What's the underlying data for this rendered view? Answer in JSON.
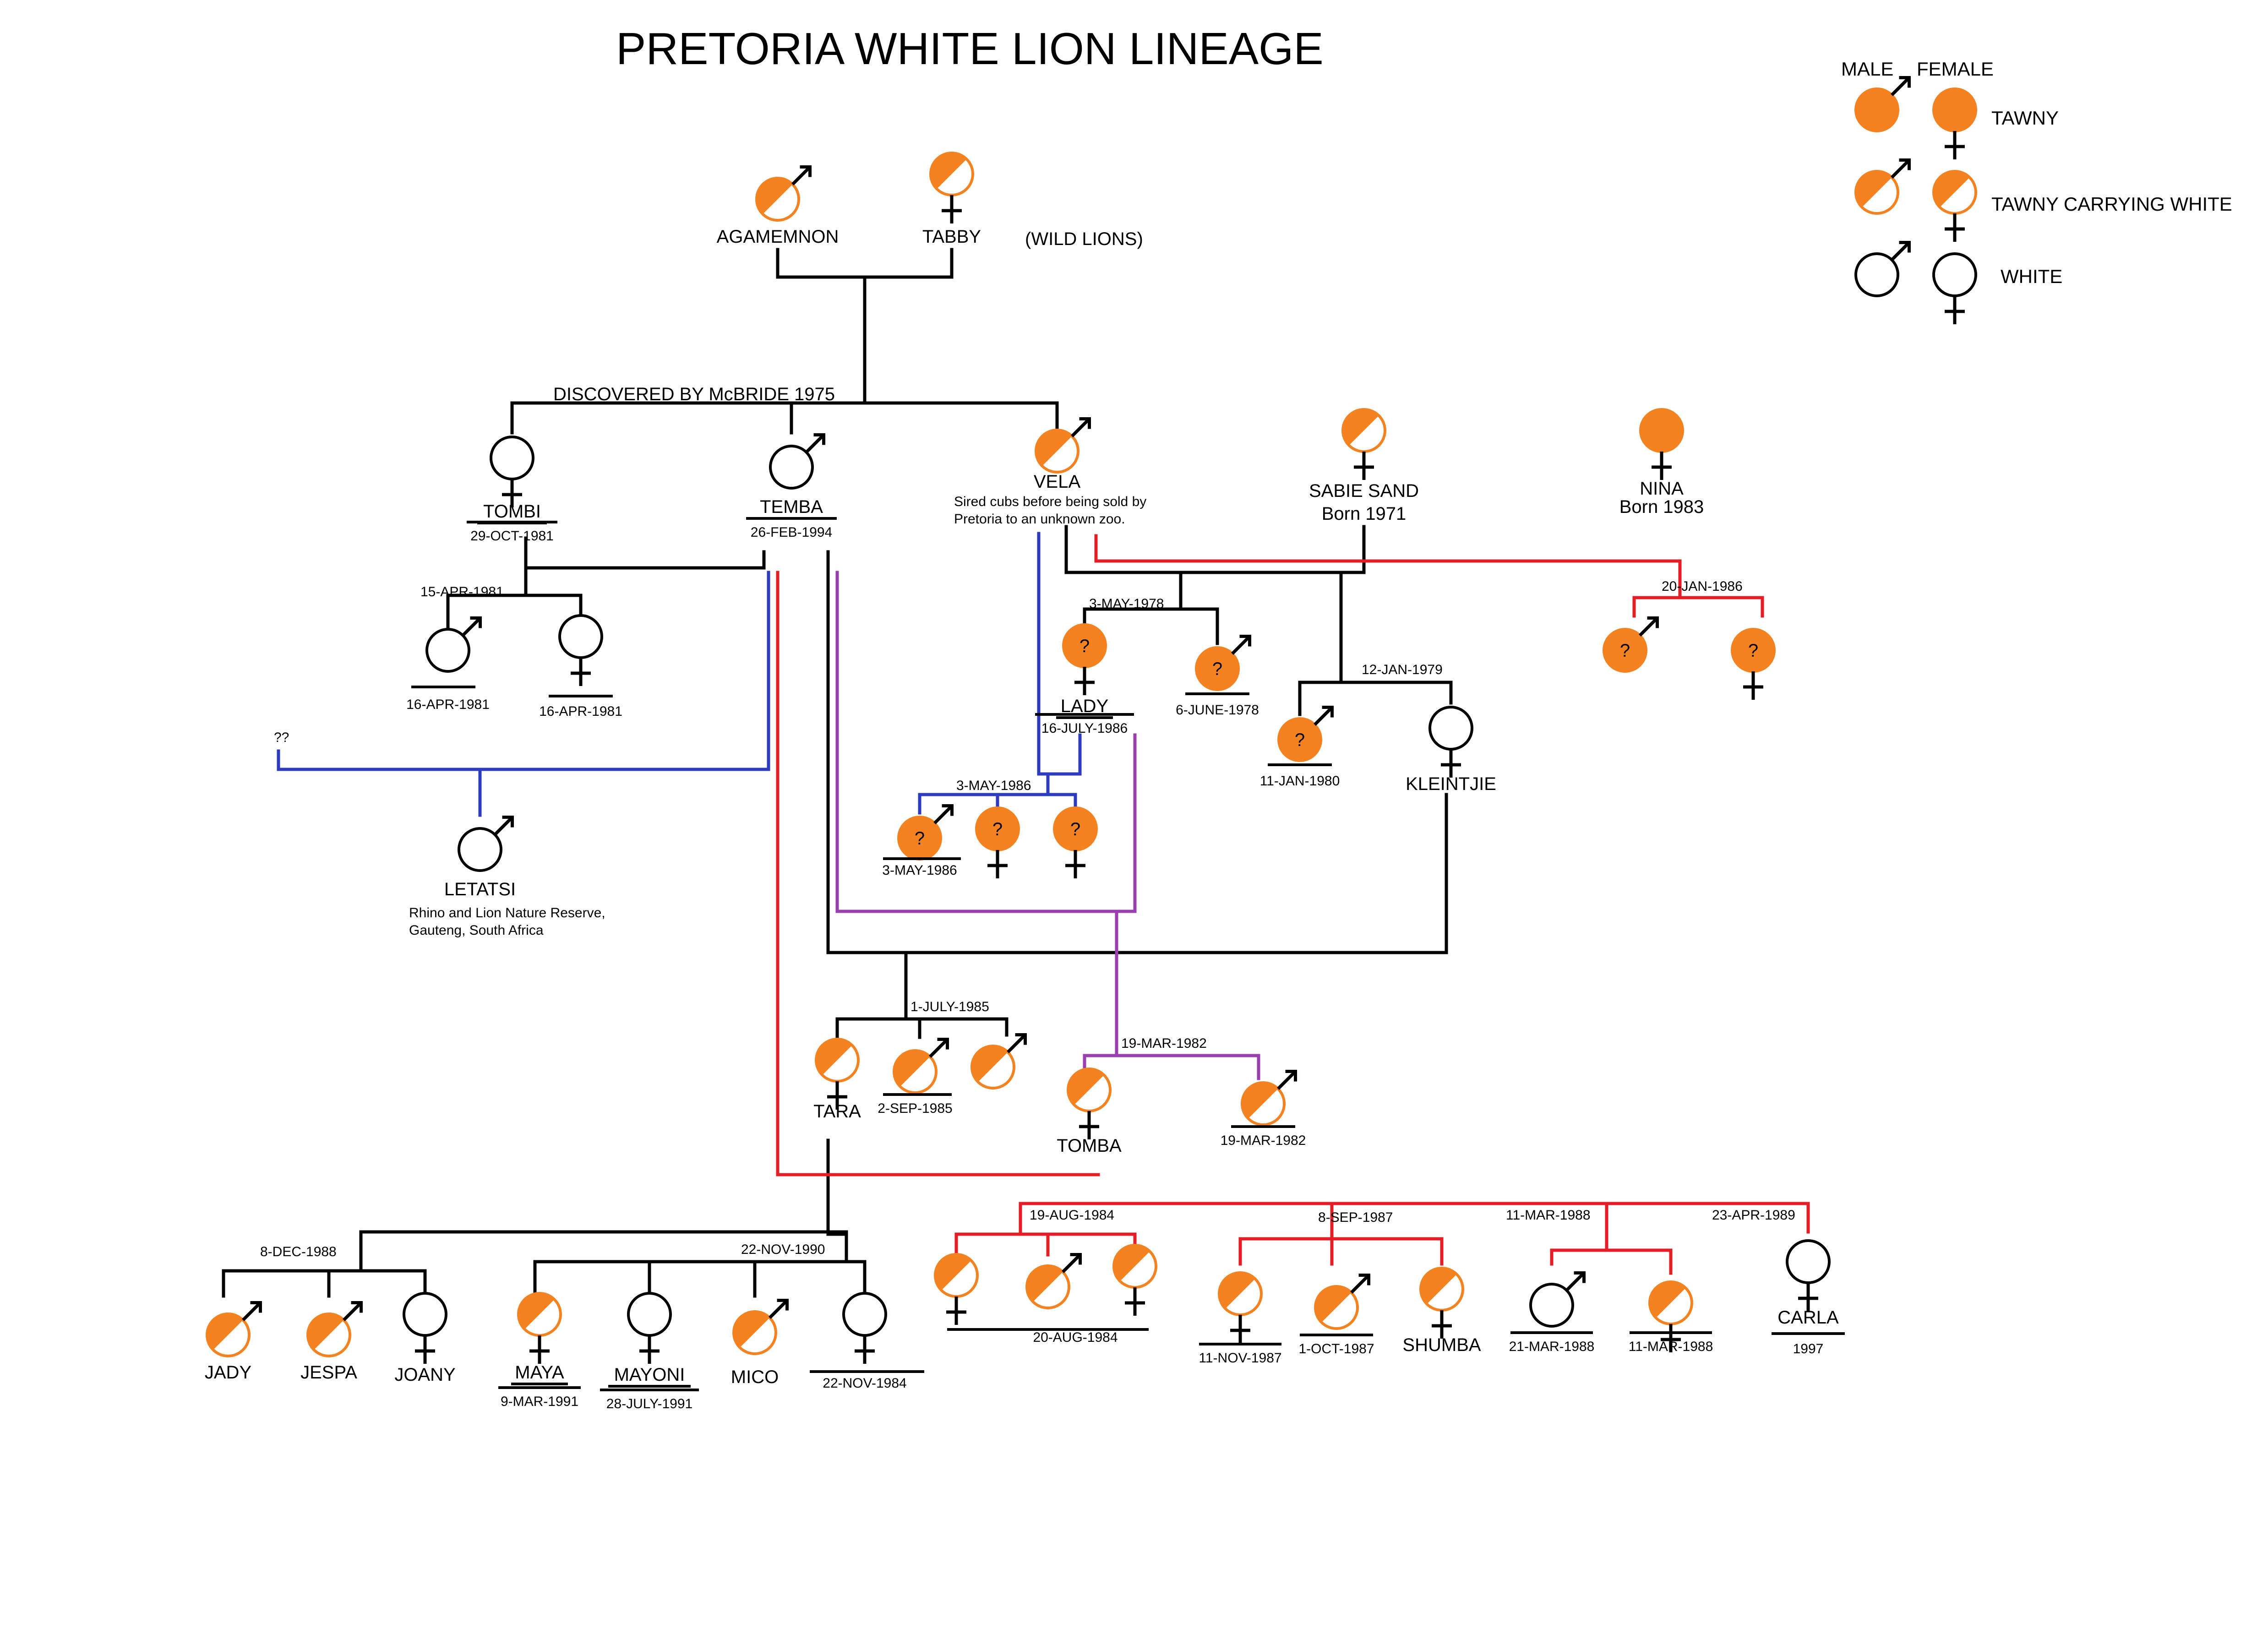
{
  "title": "PRETORIA WHITE LION LINEAGE",
  "colors": {
    "tawny": "#f58220",
    "white": "#ffffff",
    "line_black": "#000000",
    "line_red": "#e41e26",
    "line_blue": "#2e3bbf",
    "line_purple": "#9b3fb0"
  },
  "legend": {
    "male_header": "MALE",
    "female_header": "FEMALE",
    "rows": [
      {
        "label": "TAWNY",
        "coat": "tawny"
      },
      {
        "label": "TAWNY CARRYING WHITE",
        "coat": "carrier"
      },
      {
        "label": "WHITE",
        "coat": "white"
      }
    ]
  },
  "wild_note": "(WILD LIONS)",
  "discovered": "DISCOVERED BY McBRIDE  1975",
  "unknown_mark": "??",
  "lions": {
    "agamemnon": {
      "name": "AGAMEMNON",
      "sex": "male",
      "coat": "carrier"
    },
    "tabby": {
      "name": "TABBY",
      "sex": "female",
      "coat": "carrier"
    },
    "tombi": {
      "name": "TOMBI",
      "date": "29-OCT-1981",
      "sex": "female",
      "coat": "white"
    },
    "temba": {
      "name": "TEMBA",
      "date": "26-FEB-1994",
      "sex": "male",
      "coat": "white"
    },
    "vela": {
      "name": "VELA",
      "note1": "Sired cubs before being sold by",
      "note2": "Pretoria to an unknown zoo.",
      "sex": "male",
      "coat": "carrier"
    },
    "sabie": {
      "name": "SABIE SAND",
      "born": "Born 1971",
      "sex": "female",
      "coat": "carrier"
    },
    "nina": {
      "name": "NINA",
      "born": "Born 1983",
      "sex": "female",
      "coat": "tawny"
    },
    "tombi_cub1": {
      "date": "16-APR-1981",
      "sex": "male",
      "coat": "white"
    },
    "tombi_cub2": {
      "date": "16-APR-1981",
      "sex": "female",
      "coat": "white"
    },
    "letatsi": {
      "name": "LETATSI",
      "note1": "Rhino and Lion Nature Reserve,",
      "note2": "Gauteng, South Africa",
      "sex": "male",
      "coat": "white"
    },
    "lady": {
      "name": "LADY",
      "date": "16-JULY-1986",
      "sex": "female",
      "coat": "unknown"
    },
    "sabie_cub_1978": {
      "date": "6-JUNE-1978",
      "sex": "male",
      "coat": "unknown"
    },
    "sabie_cub_1980": {
      "date": "11-JAN-1980",
      "sex": "male",
      "coat": "unknown"
    },
    "kleintjie": {
      "name": "KLEINTJIE",
      "sex": "female",
      "coat": "white"
    },
    "nina_cub1": {
      "sex": "male",
      "coat": "unknown"
    },
    "nina_cub2": {
      "sex": "female",
      "coat": "unknown"
    },
    "lady_cub1": {
      "date": "3-MAY-1986",
      "sex": "male",
      "coat": "unknown"
    },
    "lady_cub2": {
      "sex": "female",
      "coat": "unknown"
    },
    "lady_cub3": {
      "sex": "female",
      "coat": "unknown"
    },
    "tara": {
      "name": "TARA",
      "sex": "female",
      "coat": "carrier"
    },
    "kle_cub2": {
      "date": "2-SEP-1985",
      "sex": "male",
      "coat": "carrier"
    },
    "kle_cub3": {
      "sex": "male",
      "coat": "carrier"
    },
    "tomba": {
      "name": "TOMBA",
      "sex": "female",
      "coat": "carrier"
    },
    "tomba_bro": {
      "date": "19-MAR-1982",
      "sex": "male",
      "coat": "carrier"
    },
    "jady": {
      "name": "JADY",
      "sex": "male",
      "coat": "carrier"
    },
    "jespa": {
      "name": "JESPA",
      "sex": "male",
      "coat": "carrier"
    },
    "joany": {
      "name": "JOANY",
      "sex": "female",
      "coat": "white"
    },
    "maya": {
      "name": "MAYA",
      "date": "9-MAR-1991",
      "sex": "female",
      "coat": "carrier"
    },
    "mayoni": {
      "name": "MAYONI",
      "date": "28-JULY-1991",
      "sex": "female",
      "coat": "white"
    },
    "mico": {
      "name": "MICO",
      "sex": "male",
      "coat": "carrier"
    },
    "tara_cub_1984": {
      "date": "22-NOV-1984",
      "sex": "female",
      "coat": "white"
    },
    "t84_1": {
      "sex": "female",
      "coat": "carrier"
    },
    "t84_2": {
      "sex": "male",
      "coat": "carrier"
    },
    "t84_3": {
      "sex": "female",
      "coat": "carrier"
    },
    "t87_1": {
      "date": "11-NOV-1987",
      "sex": "female",
      "coat": "carrier"
    },
    "t87_2": {
      "date": "1-OCT-1987",
      "sex": "male",
      "coat": "carrier"
    },
    "shumba": {
      "name": "SHUMBA",
      "sex": "female",
      "coat": "carrier"
    },
    "t88_1": {
      "date": "21-MAR-1988",
      "sex": "male",
      "coat": "white"
    },
    "t88_2": {
      "date": "11-MAR-1988",
      "sex": "female",
      "coat": "carrier"
    },
    "carla": {
      "name": "CARLA",
      "date": "1997",
      "sex": "female",
      "coat": "white"
    }
  },
  "litters": {
    "tombi_1981": "15-APR-1981",
    "sabie_1978": "3-MAY-1978",
    "nina_1986": "20-JAN-1986",
    "sabie_1979": "12-JAN-1979",
    "lady_1986": "3-MAY-1986",
    "kleintjie_1985": "1-JULY-1985",
    "lady_1982": "19-MAR-1982",
    "tara_1988": "8-DEC-1988",
    "tara_1990": "22-NOV-1990",
    "tomba_1984": "19-AUG-1984",
    "tomba_1984_date": "20-AUG-1984",
    "tomba_1987": "8-SEP-1987",
    "tomba_1988": "11-MAR-1988",
    "tomba_1989": "23-APR-1989"
  }
}
